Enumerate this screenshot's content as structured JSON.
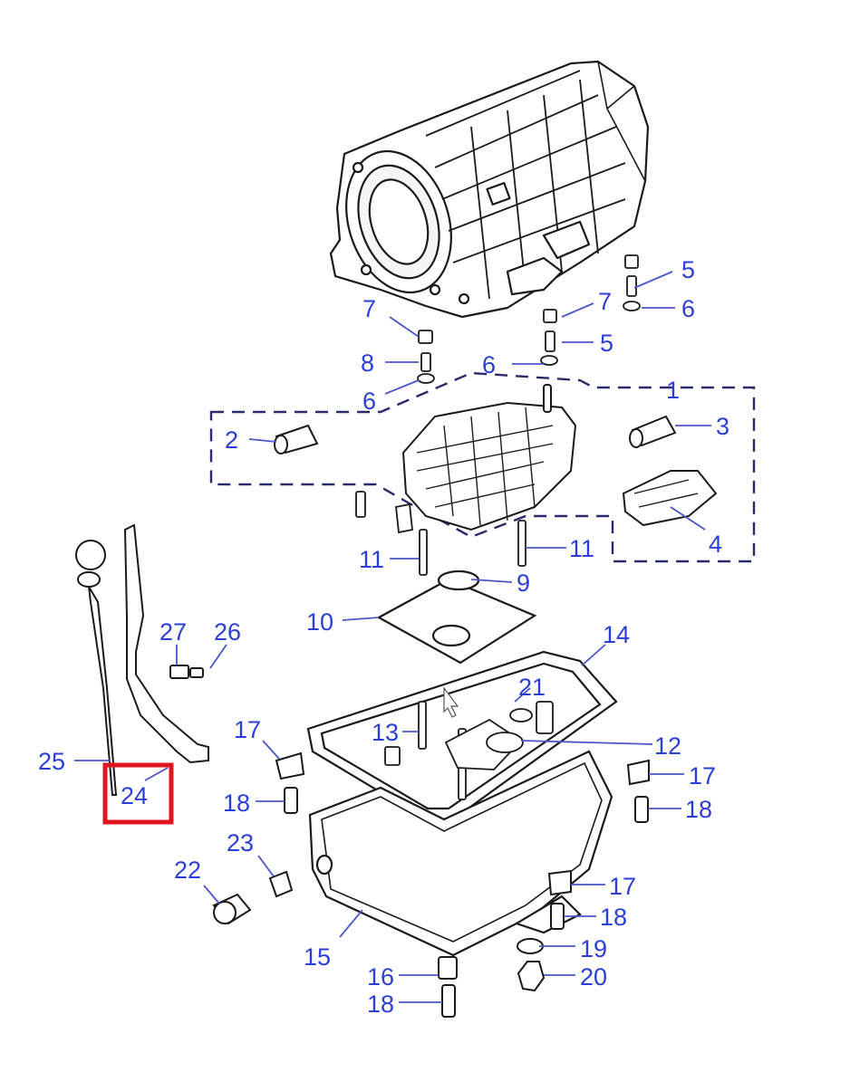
{
  "diagram": {
    "callouts": [
      {
        "id": "c1",
        "label": "1"
      },
      {
        "id": "c2",
        "label": "2"
      },
      {
        "id": "c3",
        "label": "3"
      },
      {
        "id": "c4",
        "label": "4"
      },
      {
        "id": "c5a",
        "label": "5"
      },
      {
        "id": "c5b",
        "label": "5"
      },
      {
        "id": "c6a",
        "label": "6"
      },
      {
        "id": "c6b",
        "label": "6"
      },
      {
        "id": "c6c",
        "label": "6"
      },
      {
        "id": "c7a",
        "label": "7"
      },
      {
        "id": "c7b",
        "label": "7"
      },
      {
        "id": "c8",
        "label": "8"
      },
      {
        "id": "c9",
        "label": "9"
      },
      {
        "id": "c10",
        "label": "10"
      },
      {
        "id": "c11a",
        "label": "11"
      },
      {
        "id": "c11b",
        "label": "11"
      },
      {
        "id": "c12",
        "label": "12"
      },
      {
        "id": "c13",
        "label": "13"
      },
      {
        "id": "c14",
        "label": "14"
      },
      {
        "id": "c15",
        "label": "15"
      },
      {
        "id": "c16",
        "label": "16"
      },
      {
        "id": "c17a",
        "label": "17"
      },
      {
        "id": "c17b",
        "label": "17"
      },
      {
        "id": "c17c",
        "label": "17"
      },
      {
        "id": "c18a",
        "label": "18"
      },
      {
        "id": "c18b",
        "label": "18"
      },
      {
        "id": "c18c",
        "label": "18"
      },
      {
        "id": "c18d",
        "label": "18"
      },
      {
        "id": "c19",
        "label": "19"
      },
      {
        "id": "c20",
        "label": "20"
      },
      {
        "id": "c21",
        "label": "21"
      },
      {
        "id": "c22",
        "label": "22"
      },
      {
        "id": "c23",
        "label": "23"
      },
      {
        "id": "c24",
        "label": "24"
      },
      {
        "id": "c25",
        "label": "25"
      },
      {
        "id": "c26",
        "label": "26"
      },
      {
        "id": "c27",
        "label": "27"
      }
    ],
    "label_color": "#2b3fd6",
    "leader_color": "#4a55c8",
    "line_color": "#1a1a1a",
    "highlight_color": "#e0141e",
    "highlighted_part": "24"
  }
}
